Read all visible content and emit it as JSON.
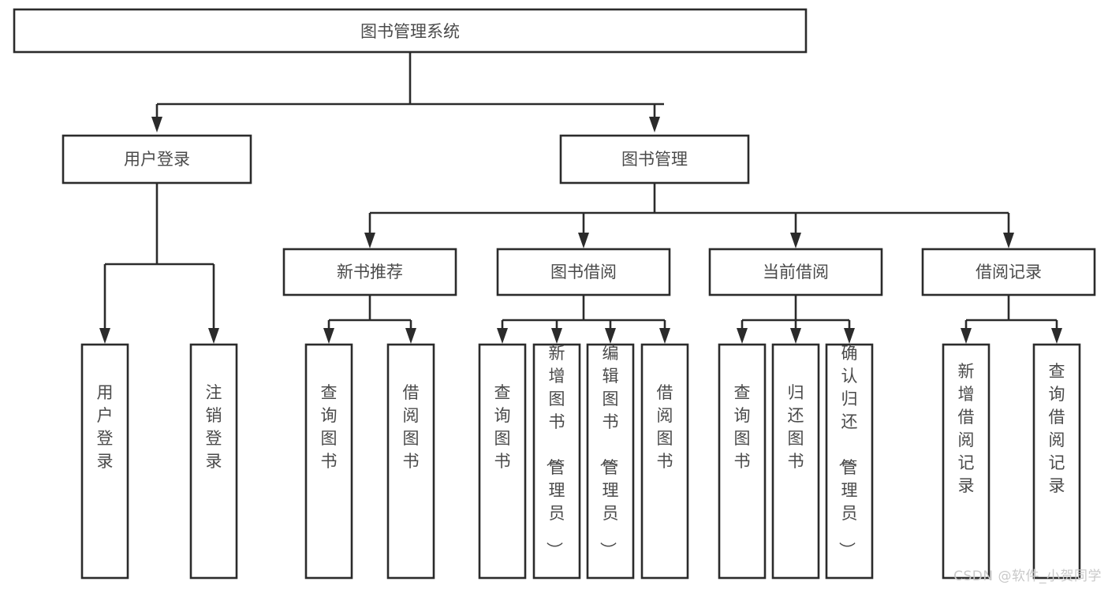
{
  "diagram": {
    "type": "tree",
    "title": "图书管理系统",
    "orientation": "top-down",
    "watermark": "CSDN @软件_小贺同学",
    "colors": {
      "box_stroke": "#2b2b2b",
      "box_fill": "#ffffff",
      "text": "#4a4a4a",
      "connector": "#2b2b2b",
      "background": "#ffffff",
      "watermark": "#c9c9c9"
    },
    "root": {
      "label": "图书管理系统"
    },
    "level2": [
      {
        "label": "用户登录"
      },
      {
        "label": "图书管理"
      }
    ],
    "level3": [
      {
        "label": "新书推荐"
      },
      {
        "label": "图书借阅"
      },
      {
        "label": "当前借阅"
      },
      {
        "label": "借阅记录"
      }
    ],
    "leaves": {
      "user_login": [
        {
          "label": "用户登录"
        },
        {
          "label": "注销登录"
        }
      ],
      "new_book_recommend": [
        {
          "label": "查询图书"
        },
        {
          "label": "借阅图书"
        }
      ],
      "book_borrow": [
        {
          "label": "查询图书"
        },
        {
          "label": "新增图书（管理员）"
        },
        {
          "label": "编辑图书（管理员）"
        },
        {
          "label": "借阅图书"
        }
      ],
      "current_borrow": [
        {
          "label": "查询图书"
        },
        {
          "label": "归还图书"
        },
        {
          "label": "确认归还（管理员）"
        }
      ],
      "borrow_record": [
        {
          "label": "新增借阅记录"
        },
        {
          "label": "查询借阅记录"
        }
      ]
    }
  }
}
